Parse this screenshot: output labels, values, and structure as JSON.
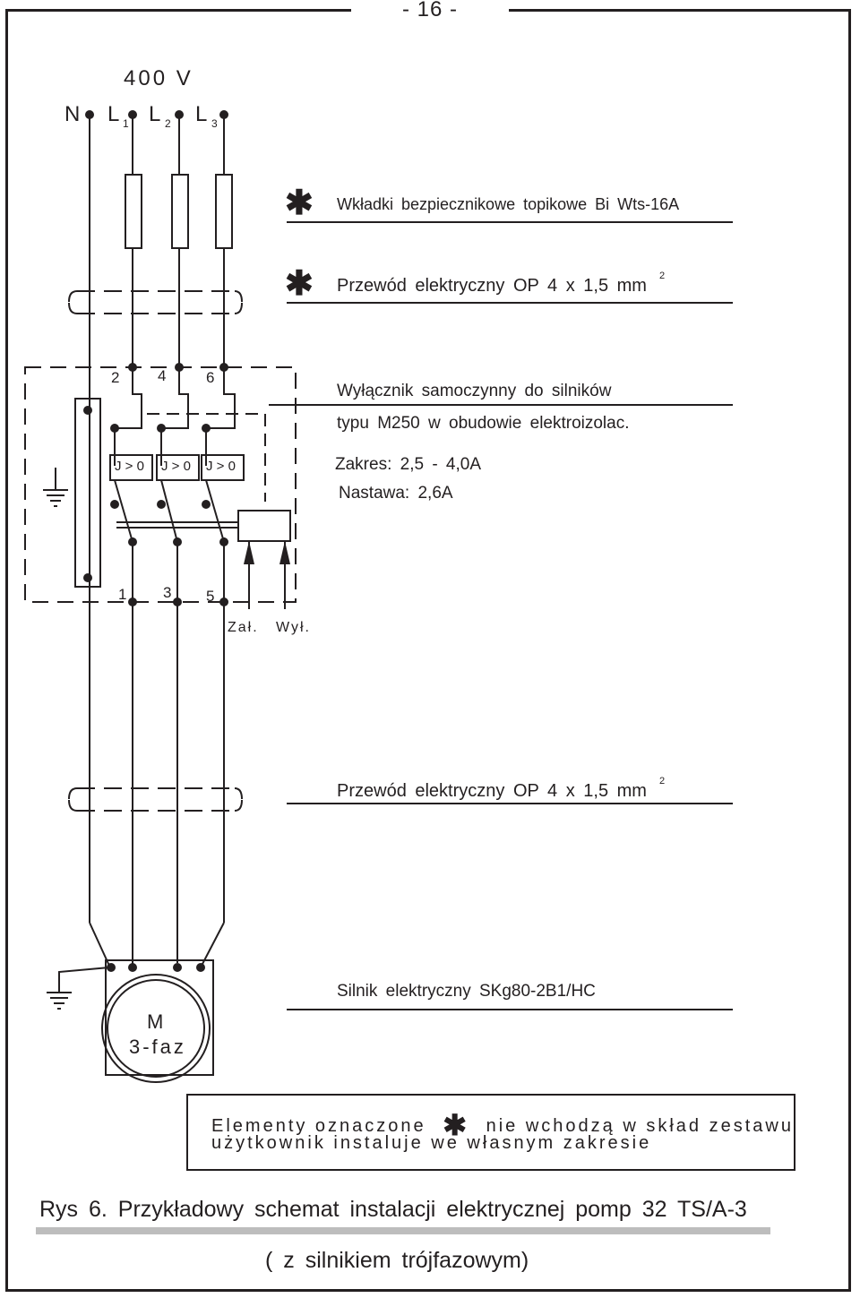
{
  "page_number": "- 16 -",
  "supply": {
    "voltage": "400 V",
    "conductors": [
      {
        "letter": "N",
        "sub": ""
      },
      {
        "letter": "L",
        "sub": "1"
      },
      {
        "letter": "L",
        "sub": "2"
      },
      {
        "letter": "L",
        "sub": "3"
      }
    ]
  },
  "fuses": {
    "label": "Wkładki  bezpiecznikowe  topikowe  Bi Wts-16A",
    "marker": "✱"
  },
  "cable_top": {
    "label": "Przewód  elektryczny  OP 4 x 1,5 mm",
    "superscript": "2",
    "marker": "✱"
  },
  "breaker": {
    "title_line1": "Wyłącznik  samoczynny  do  silników",
    "title_line2": "typu  M250  w  obudowie  elektroizolac.",
    "range": "Zakres:   2,5 - 4,0A",
    "setting": "Nastawa:   2,6A",
    "top_terminals": [
      "2",
      "4",
      "6"
    ],
    "bottom_terminals": [
      "1",
      "3",
      "5"
    ],
    "trip_units": [
      "J > 0",
      "J > 0",
      "J > 0"
    ],
    "on_label": "Zał.",
    "off_label": "Wył."
  },
  "cable_bottom": {
    "label": "Przewód  elektryczny  OP 4 x 1,5 mm",
    "superscript": "2"
  },
  "motor": {
    "label": "Silnik    elektryczny    SKg80-2B1/HC",
    "symbol": "M",
    "phases": "3-faz"
  },
  "note": {
    "line1_start": "Elementy oznaczone",
    "marker": "✱",
    "line1_end": "nie wchodzą w skład zestawu",
    "line2": "użytkownik instaluje we własnym zakresie"
  },
  "caption": {
    "line1": "Rys 6.  Przykładowy  schemat  instalacji  elektrycznej pomp 32 TS/A-3",
    "line2": "( z  silnikiem  trójfazowym)"
  }
}
